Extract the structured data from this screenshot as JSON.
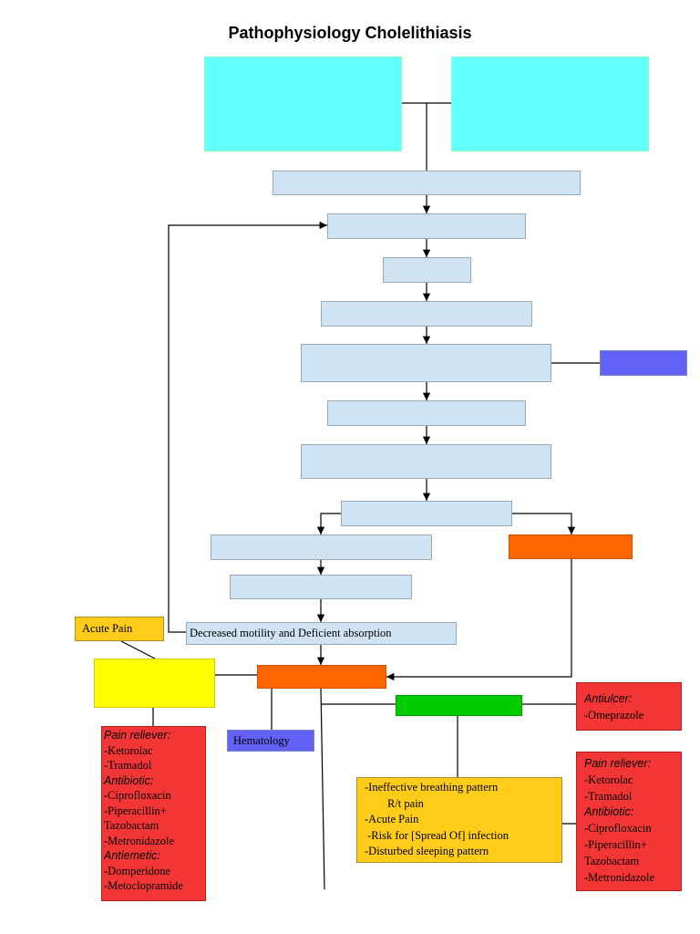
{
  "title": "Pathophysiology Cholelithiasis",
  "labels": {
    "decreased_motility": "Decreased motility and Deficient absorption",
    "acute_pain": "Acute Pain",
    "hematology": "Hematology"
  },
  "red_left": [
    {
      "text": "Pain reliever:",
      "style": "heading"
    },
    {
      "text": "-Ketorolac",
      "style": "item"
    },
    {
      "text": "-Tramadol",
      "style": "item"
    },
    {
      "text": "Antibiotic:",
      "style": "heading"
    },
    {
      "text": "-Ciprofloxacin",
      "style": "item"
    },
    {
      "text": "-Piperacillin+",
      "style": "item"
    },
    {
      "text": " Tazobactam",
      "style": "item"
    },
    {
      "text": "-Metronidazole",
      "style": "item"
    },
    {
      "text": "Antiemetic:",
      "style": "heading"
    },
    {
      "text": "-Domperidone",
      "style": "item"
    },
    {
      "text": "-Metoclopramide",
      "style": "item"
    }
  ],
  "red_antiulcer": [
    {
      "text": "Antiulcer:",
      "style": "heading"
    },
    {
      "text": "-Omeprazole",
      "style": "item"
    }
  ],
  "red_right": [
    {
      "text": "Pain reliever:",
      "style": "heading"
    },
    {
      "text": "-Ketorolac",
      "style": "item"
    },
    {
      "text": "-Tramadol",
      "style": "item"
    },
    {
      "text": "Antibiotic:",
      "style": "heading"
    },
    {
      "text": "-Ciprofloxacin",
      "style": "item"
    },
    {
      "text": "-Piperacillin+",
      "style": "item"
    },
    {
      "text": " Tazobactam",
      "style": "item"
    },
    {
      "text": "-Metronidazole",
      "style": "item"
    }
  ],
  "nursing": [
    "-Ineffective breathing pattern",
    "        R/t pain",
    "-Acute Pain",
    " -Risk for [Spread Of] infection",
    "-Disturbed sleeping pattern"
  ],
  "colors": {
    "cyan": "#62ffff",
    "light_blue": "#cfe3f2",
    "blue": "#6262f5",
    "orange": "#ff6600",
    "green": "#00cc00",
    "yellow": "#ffff00",
    "gold": "#ffcc1a",
    "red": "#f23535"
  }
}
